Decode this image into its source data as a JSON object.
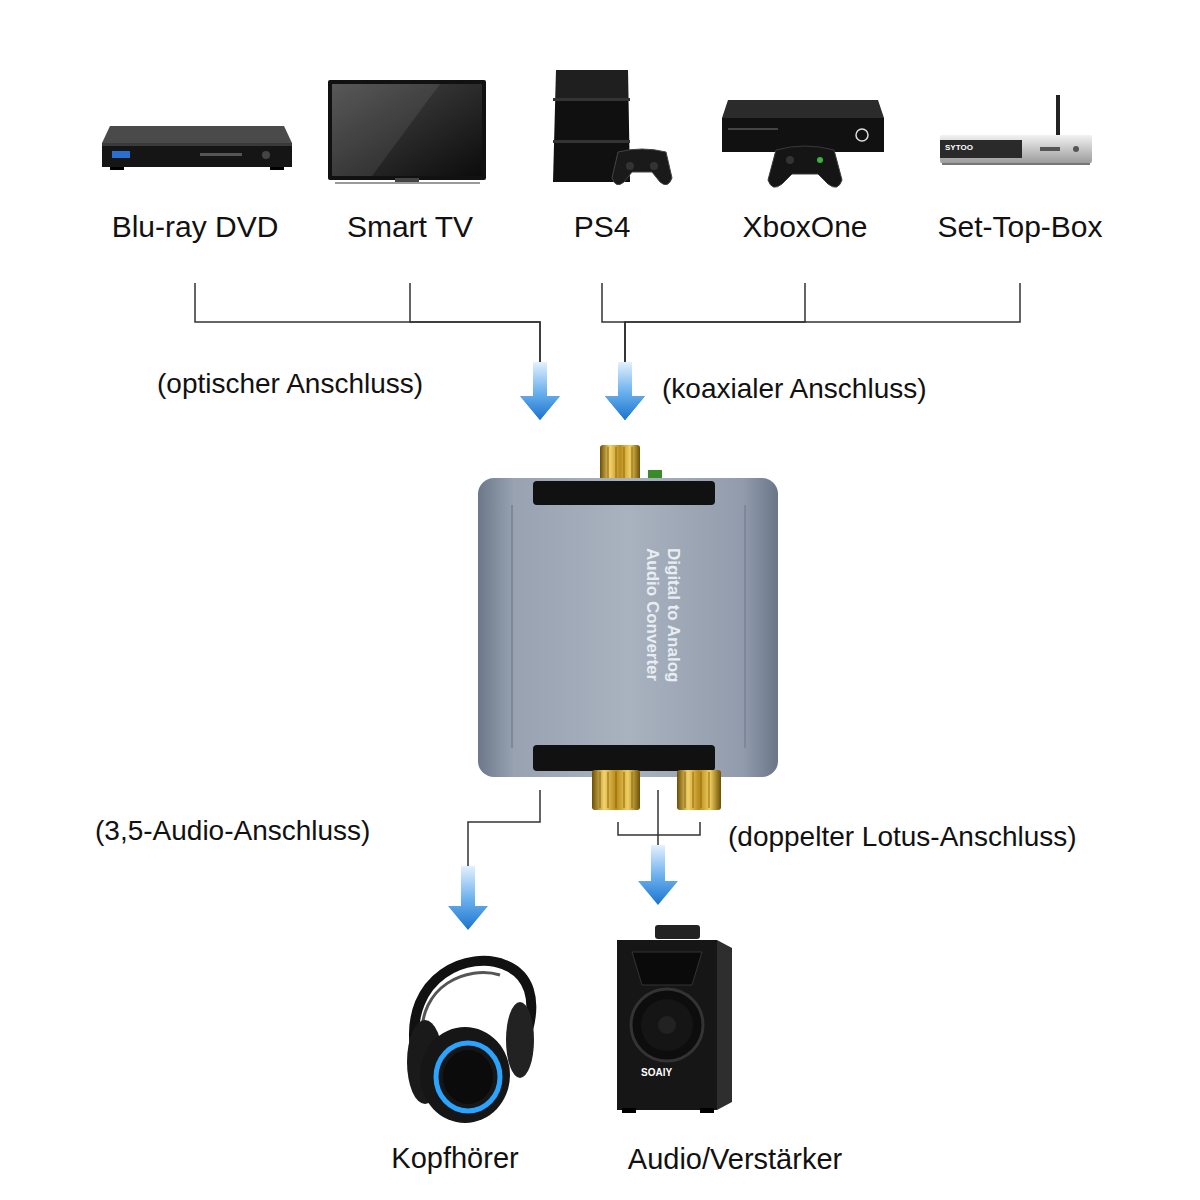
{
  "diagram": {
    "nodes": [
      {
        "text": [
          "Blu-ray DVD"
        ]
      },
      {
        "text": [
          "Smart TV"
        ]
      },
      {
        "text": [
          "PS4"
        ]
      },
      {
        "text": [
          "XboxOne"
        ]
      },
      {
        "text": [
          "Set-Top-Box"
        ]
      },
      {
        "text": [
          "Digital to Analog Audio Converter"
        ]
      },
      {
        "text": [
          "Kopfhörer"
        ]
      },
      {
        "text": [
          "Audio/Verstärker"
        ]
      }
    ],
    "edges": [
      {
        "from": 0,
        "to": 5,
        "arrow": "to"
      },
      {
        "from": 1,
        "to": 5,
        "arrow": "to"
      },
      {
        "from": 2,
        "to": 5,
        "arrow": "to"
      },
      {
        "from": 3,
        "to": 5,
        "arrow": "to"
      },
      {
        "from": 4,
        "to": 5,
        "arrow": "to"
      },
      {
        "from": 5,
        "to": 6,
        "label": "(3,5-Audio-Anschluss)",
        "arrow": "to"
      },
      {
        "from": 5,
        "to": 7,
        "label": "(doppelter Lotus-Anschluss)",
        "arrow": "to"
      }
    ],
    "labels": [
      "(optischer Anschluss)",
      "(koaxialer Anschluss)",
      "SYTOO",
      "SOAIY"
    ]
  }
}
